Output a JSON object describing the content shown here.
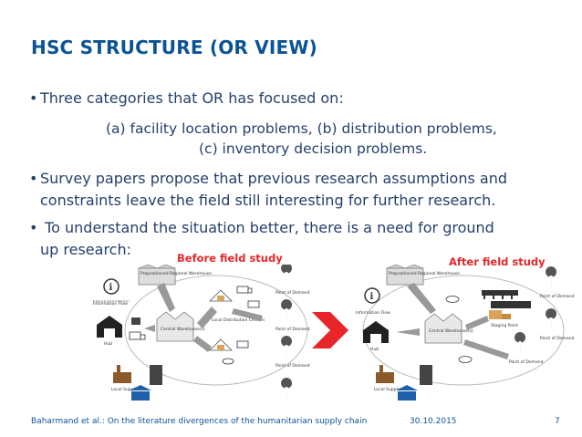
{
  "slide": {
    "title": "HSC STRUCTURE (OR VIEW)",
    "bullets": [
      "Three categories that OR has focused on:",
      "Survey papers propose that previous research assumptions and",
      "constraints leave the field still interesting for further research.",
      " To understand the situation better, there is a need for ground",
      "up research:"
    ],
    "sub_lines": [
      "(a) facility location problems, (b) distribution problems,",
      "(c) inventory decision problems."
    ],
    "before_label": "Before field study",
    "after_label": "After field study"
  },
  "diagram_before": {
    "prepositioned": "Prepositioned Regional Warehouse",
    "information_flow": "Information Flow",
    "hub": "Hub",
    "central": "Central Warehouse(s)",
    "ldc": "Local Distribution Centers",
    "pod": "Point of Demand",
    "supplier": "Local Supplier"
  },
  "diagram_after": {
    "prepositioned": "Prepositioned Regional Warehouse",
    "information_flow": "Information Flow",
    "hub": "Hub",
    "central": "Central Warehouse(s)",
    "staging": "Staging Point",
    "pod": "Point of Demand",
    "supplier": "Local Supplier"
  },
  "footer": {
    "citation": "Baharmand et al.: On the literature divergences of the humanitarian supply chain",
    "date": "30.10.2015",
    "page": "7"
  },
  "colors": {
    "title": "#0b5394",
    "accent": "#e8262a",
    "text": "#243f6b"
  }
}
